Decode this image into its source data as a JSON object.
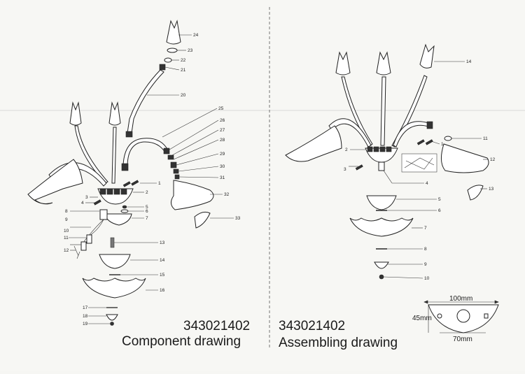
{
  "component_panel": {
    "model_number": "343021402",
    "title": "Component drawing",
    "labels": [
      "1",
      "2",
      "3",
      "4",
      "5",
      "6",
      "7",
      "8",
      "9",
      "10",
      "11",
      "12",
      "13",
      "14",
      "15",
      "16",
      "17",
      "18",
      "19",
      "20",
      "21",
      "22",
      "23",
      "24",
      "25",
      "26",
      "27",
      "28",
      "29",
      "30",
      "31",
      "32",
      "33"
    ]
  },
  "assembling_panel": {
    "model_number": "343021402",
    "title": "Assembling drawing",
    "labels": [
      "1",
      "2",
      "3",
      "4",
      "5",
      "6",
      "7",
      "8",
      "9",
      "10",
      "11",
      "12",
      "13",
      "14"
    ]
  },
  "dimensions": {
    "top_width": "100mm",
    "height": "45mm",
    "hole_spacing": "70mm"
  }
}
